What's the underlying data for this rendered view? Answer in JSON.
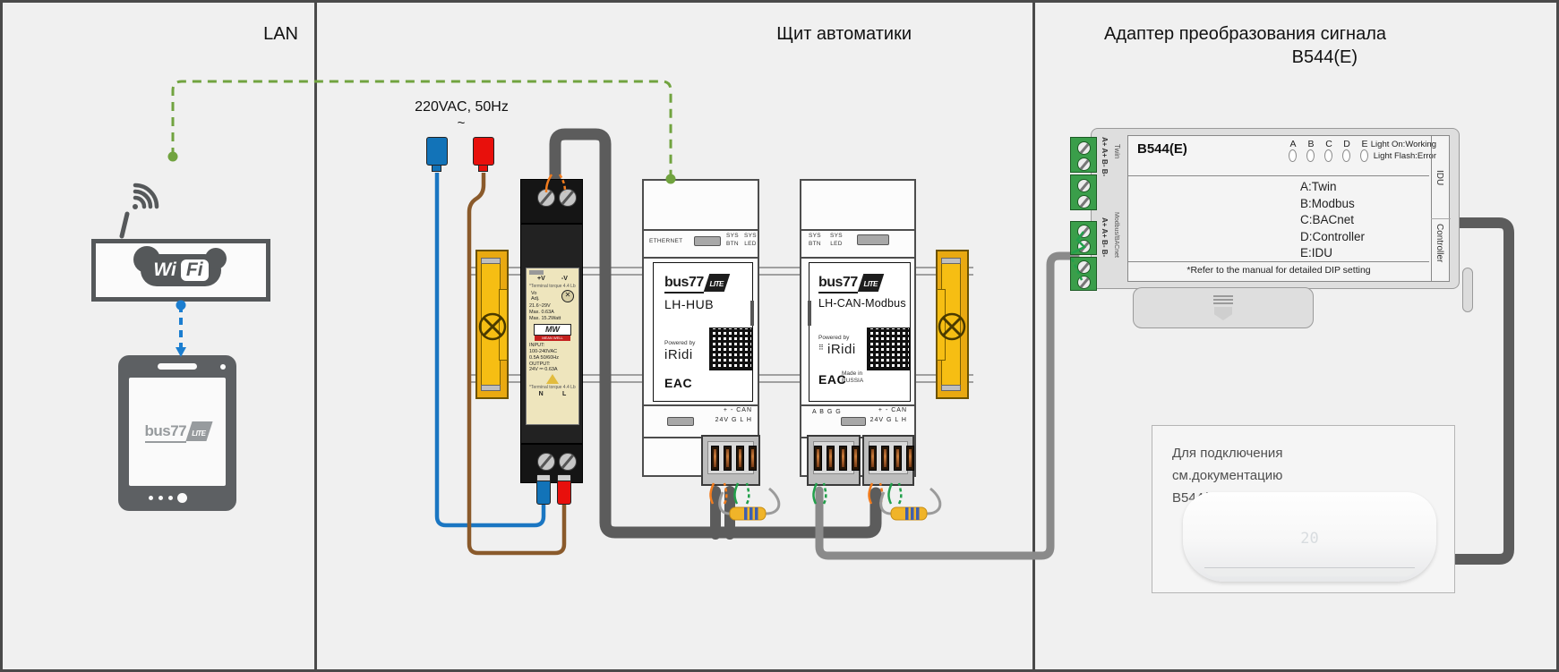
{
  "titles": {
    "lan": "LAN",
    "cabinet": "Щит автоматики",
    "adapter_line1": "Адаптер преобразования сигнала",
    "adapter_line2": "B544(E)"
  },
  "lan": {
    "router_logo": {
      "wi": "Wi",
      "fi": "Fi"
    },
    "tablet_logo": {
      "text": "bus77",
      "badge": "LITE"
    }
  },
  "cabinet": {
    "power_label": "220VAC, 50Hz",
    "power_symbol": "~",
    "psu": {
      "vplus": "+V",
      "vminus": "-V",
      "torque_note": "*Terminal torque 4.4 Lb-in*",
      "vo_line1": "Vo",
      "vo_line2": "Adj.",
      "range": "21.6~29V",
      "max_current": "Max. 0.63A",
      "max_power": "Max. 15.2Watt",
      "brand": "MW",
      "brand_name": "MEAN WELL",
      "input_label": "INPUT:",
      "input_voltage": "100-240VAC",
      "input_current": "0.5A  50/60Hz",
      "output_label": "OUTPUT:",
      "output_rating": "24V ⎓ 0.63A",
      "n_label": "N",
      "l_label": "L"
    },
    "lh_hub": {
      "ethernet_label": "ETHERNET",
      "sys_btn_line1": "SYS",
      "sys_btn_line2": "BTN",
      "sys_led_line1": "SYS",
      "sys_led_line2": "LED",
      "logo_text": "bus77",
      "logo_badge": "LITE",
      "model": "LH-HUB",
      "powered_by": "Powered by",
      "brand": "iRidi",
      "cert": "EAC",
      "pins_top": "+    -     CAN",
      "pins_bottom": "24V G   L   H"
    },
    "lh_can": {
      "sys_btn_line1": "SYS",
      "sys_btn_line2": "BTN",
      "sys_led_line1": "SYS",
      "sys_led_line2": "LED",
      "logo_text": "bus77",
      "logo_badge": "LITE",
      "model": "LH-CAN-Modbus",
      "powered_by": "Powered by",
      "brand_dots": "⠿",
      "brand": "iRidi",
      "cert": "EAC",
      "made_in_line1": "Made in",
      "made_in_line2": "RUSSIA",
      "pins_left": "A  B  G  G",
      "pins_top": "+   -  CAN",
      "pins_bottom": "24V G  L  H"
    }
  },
  "adapter": {
    "b544": {
      "model": "B544(E)",
      "led_labels": [
        "A",
        "B",
        "C",
        "D",
        "E"
      ],
      "status_line1": "Light On:Working",
      "status_line2": "Light Flash:Error",
      "legend": [
        "A:Twin",
        "B:Modbus",
        "C:BACnet",
        "D:Controller",
        "E:IDU"
      ],
      "footnote": "*Refer to the manual for detailed DIP setting",
      "twin_pins": "A+ A+ B- B-",
      "twin_label": "Twin",
      "modbus_pins": "A+ A+ B- B-",
      "modbus_label": "Modbus/BACnet",
      "side_top": "IDU",
      "side_bottom": "Controller"
    },
    "note_line1": "Для подключения",
    "note_line2": "см.документацию",
    "note_line3": "B544(E)",
    "ac_display": "20"
  }
}
